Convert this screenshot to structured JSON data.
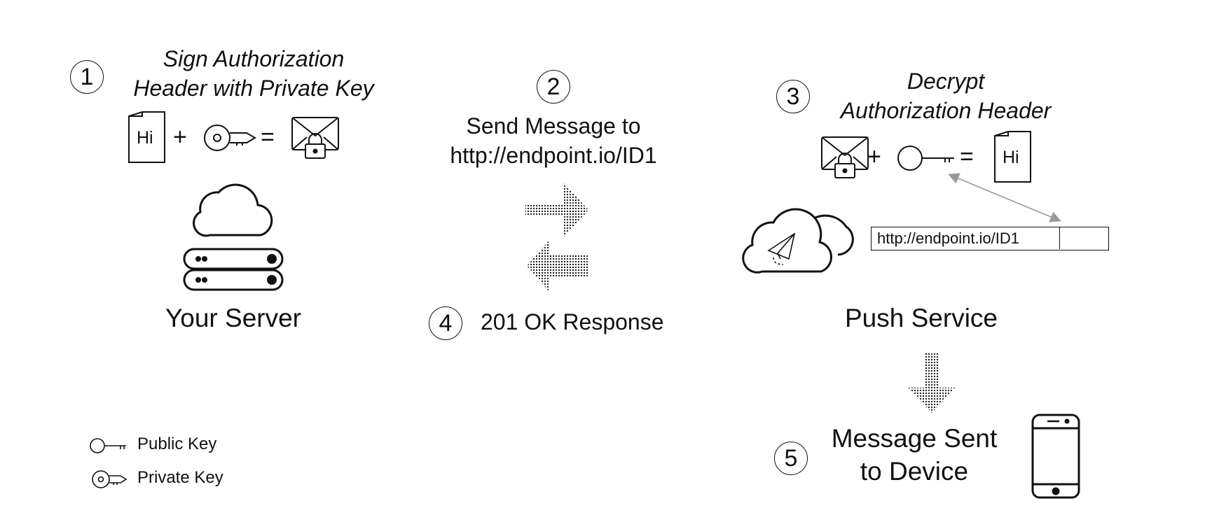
{
  "steps": [
    {
      "number": "1",
      "title_line1": "Sign Authorization",
      "title_line2": "Header with Private Key"
    },
    {
      "number": "2",
      "line1": "Send Message to",
      "line2": "http://endpoint.io/ID1"
    },
    {
      "number": "3",
      "title_line1": "Decrypt",
      "title_line2": "Authorization Header"
    },
    {
      "number": "4",
      "label": "201 OK Response"
    },
    {
      "number": "5",
      "line1": "Message Sent",
      "line2": "to Device"
    }
  ],
  "equation_left": {
    "doc_text": "Hi",
    "plus": "+",
    "equals": "="
  },
  "equation_right": {
    "doc_text": "Hi",
    "plus": "+",
    "equals": "="
  },
  "server_label": "Your Server",
  "push_service_label": "Push Service",
  "endpoint_box": {
    "url": "http://endpoint.io/ID1"
  },
  "legend": {
    "public_key": "Public Key",
    "private_key": "Private Key"
  },
  "colors": {
    "stroke": "#111111",
    "connector": "#9a9a9a"
  },
  "icons": [
    "document-icon",
    "private-key-icon",
    "public-key-icon",
    "locked-envelope-icon",
    "server-icon",
    "cloud-icon",
    "cloud-paper-plane-icon",
    "dotted-arrow-right",
    "dotted-arrow-left",
    "dotted-arrow-down",
    "smartphone-icon"
  ]
}
